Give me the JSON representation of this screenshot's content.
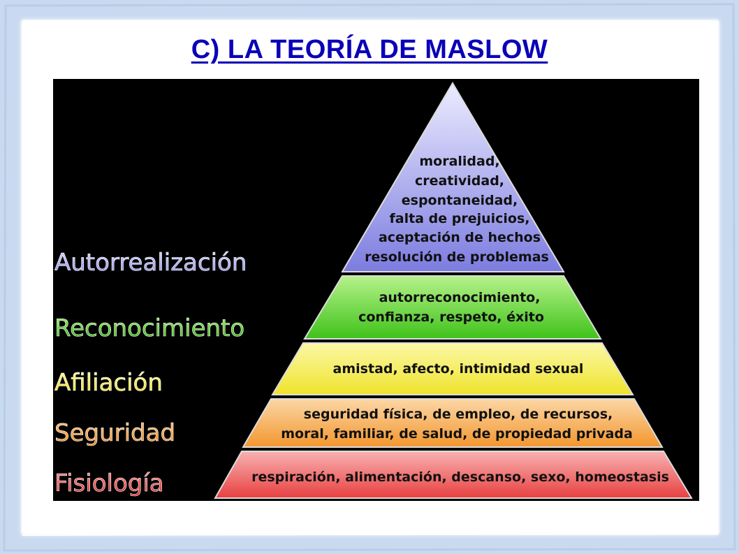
{
  "title": "C) LA TEORÍA DE MASLOW",
  "colors": {
    "title": "#0a00b8",
    "frame": "#c9daf0",
    "background": "#000000",
    "autorrealizacion": "#9a9ae8",
    "reconocimiento": "#5ed42a",
    "afiliacion": "#f2ec3a",
    "seguridad": "#f5a24a",
    "fisiologia": "#ef5e5e"
  },
  "levels": [
    {
      "name": "Autorrealización",
      "lines": [
        "moralidad,",
        "creatividad,",
        "espontaneidad,",
        "falta de prejuicios,",
        "aceptación de hechos",
        "resolución de problemas"
      ]
    },
    {
      "name": "Reconocimiento",
      "lines": [
        "autorreconocimiento,",
        "confianza, respeto, éxito"
      ]
    },
    {
      "name": "Afiliación",
      "lines": [
        "amistad, afecto, intimidad sexual"
      ]
    },
    {
      "name": "Seguridad",
      "lines": [
        "seguridad física, de empleo, de recursos,",
        "moral, familiar, de salud, de propiedad privada"
      ]
    },
    {
      "name": "Fisiología",
      "lines": [
        "respiración, alimentación, descanso, sexo, homeostasis"
      ]
    }
  ]
}
